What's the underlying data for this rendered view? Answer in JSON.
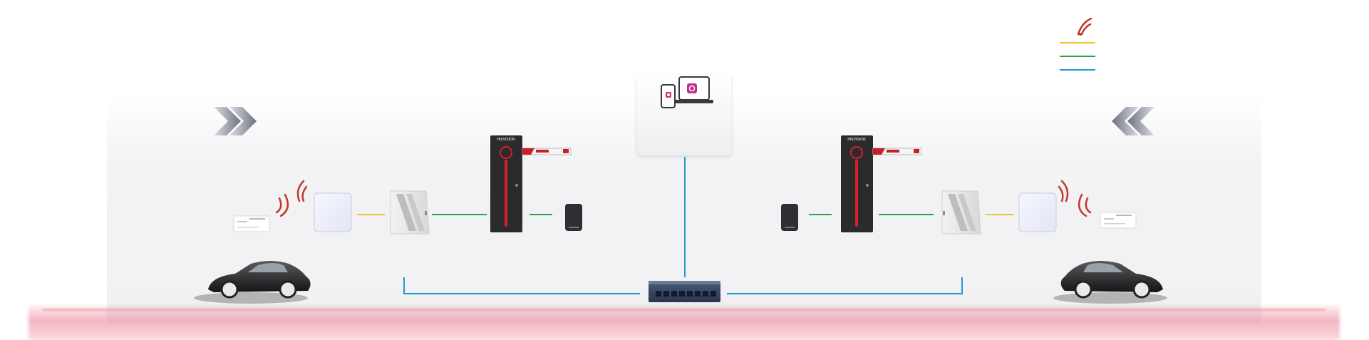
{
  "brand_label": "HIKVISION",
  "colors": {
    "wiegand_line": "#f2c12e",
    "rs485_line": "#2e9e4f",
    "network_line": "#1f9bd1",
    "barrier_body": "#2b2b2e",
    "barrier_accent": "#d6202a",
    "arm_red": "#c8202a",
    "rf_wave": "#c0392b",
    "chevron": "#6f7380"
  },
  "legend": {
    "items": [
      {
        "icon": "rf-signal-icon"
      },
      {
        "line": "wiegand_line"
      },
      {
        "line": "rs485_line"
      },
      {
        "line": "network_line"
      }
    ]
  },
  "devices": {
    "terminal": [
      "tablet-icon",
      "laptop-icon"
    ],
    "switch": "network-switch",
    "left_lane": [
      "car",
      "uhf-tag-card",
      "rf-signal",
      "uhf-reader",
      "access-controller",
      "barrier-gate",
      "card-reader"
    ],
    "right_lane": [
      "card-reader",
      "barrier-gate",
      "access-controller",
      "uhf-reader",
      "rf-signal",
      "uhf-tag-card",
      "car"
    ]
  },
  "direction": {
    "left": "chevron-right-icon",
    "right": "chevron-left-icon"
  }
}
